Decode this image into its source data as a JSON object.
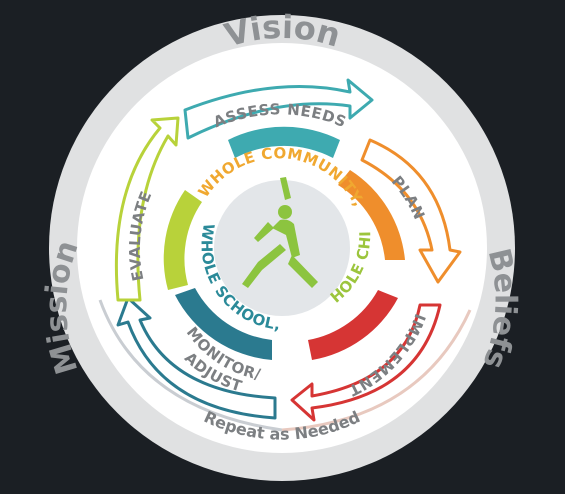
{
  "outer_ring": {
    "top": "Vision",
    "left": "Mission",
    "right": "Beliefs"
  },
  "cycle_steps": {
    "assess": "ASSESS NEEDS",
    "plan": "PLAN",
    "implement": "IMPLEMENT",
    "monitor_line1": "MONITOR/",
    "monitor_line2": "ADJUST",
    "evaluate": "EVALUATE"
  },
  "repeat_label": "Repeat as Needed",
  "inner_ring": {
    "whole_word": "WHOLE ",
    "community_word": "COMMUNITY,",
    "child": "WHOLE CHILD",
    "school_part1": "WHOLE ",
    "school_part2": "SCHOOL,"
  },
  "center_icon": "jumping-person-icon",
  "colors": {
    "background": "#1b1f24",
    "outer_ring": "#e0e1e2",
    "ring_text": "#8e9194",
    "assess": "#3eaab0",
    "plan": "#ef8e2c",
    "implement": "#d63534",
    "monitor": "#2b7a8f",
    "evaluate": "#b8d23a",
    "center_disc": "#e3e6e9",
    "figure": "#8cc43f",
    "community": "#f0a830",
    "child": "#9cc53d",
    "school": "#2b8a99"
  }
}
